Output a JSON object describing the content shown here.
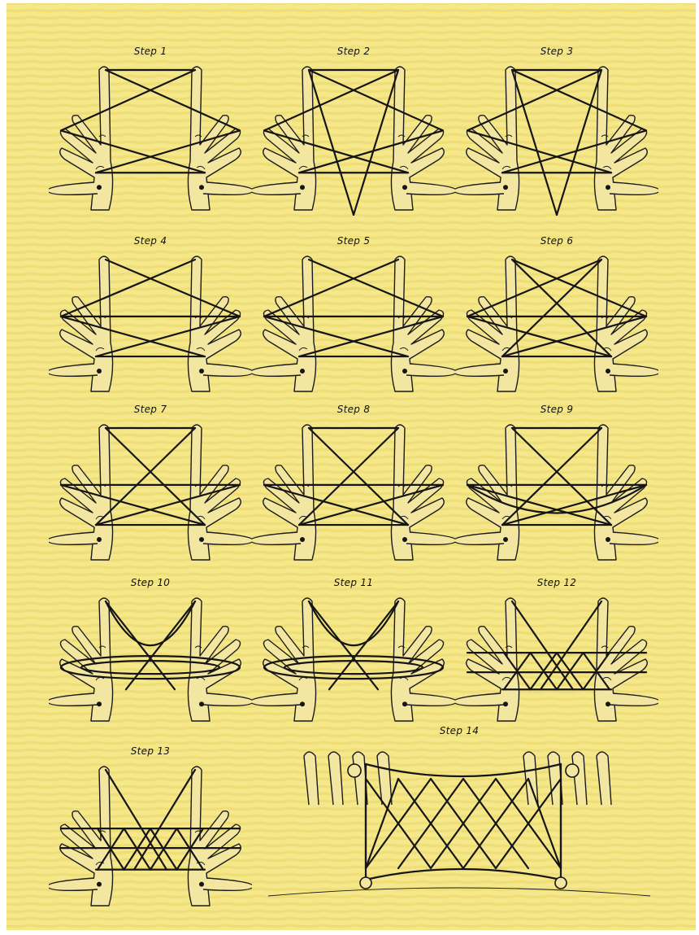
{
  "colors": {
    "paper": "#f5e88a",
    "weave_light": "#f9ef9e",
    "weave_dark": "#ead66a",
    "ink": "#151515"
  },
  "steps": [
    {
      "label": "Step 1"
    },
    {
      "label": "Step 2"
    },
    {
      "label": "Step 3"
    },
    {
      "label": "Step 4"
    },
    {
      "label": "Step 5"
    },
    {
      "label": "Step 6"
    },
    {
      "label": "Step 7"
    },
    {
      "label": "Step 8"
    },
    {
      "label": "Step 9"
    },
    {
      "label": "Step 10"
    },
    {
      "label": "Step 11"
    },
    {
      "label": "Step 12"
    },
    {
      "label": "Step 13"
    },
    {
      "label": "Step 14"
    }
  ]
}
